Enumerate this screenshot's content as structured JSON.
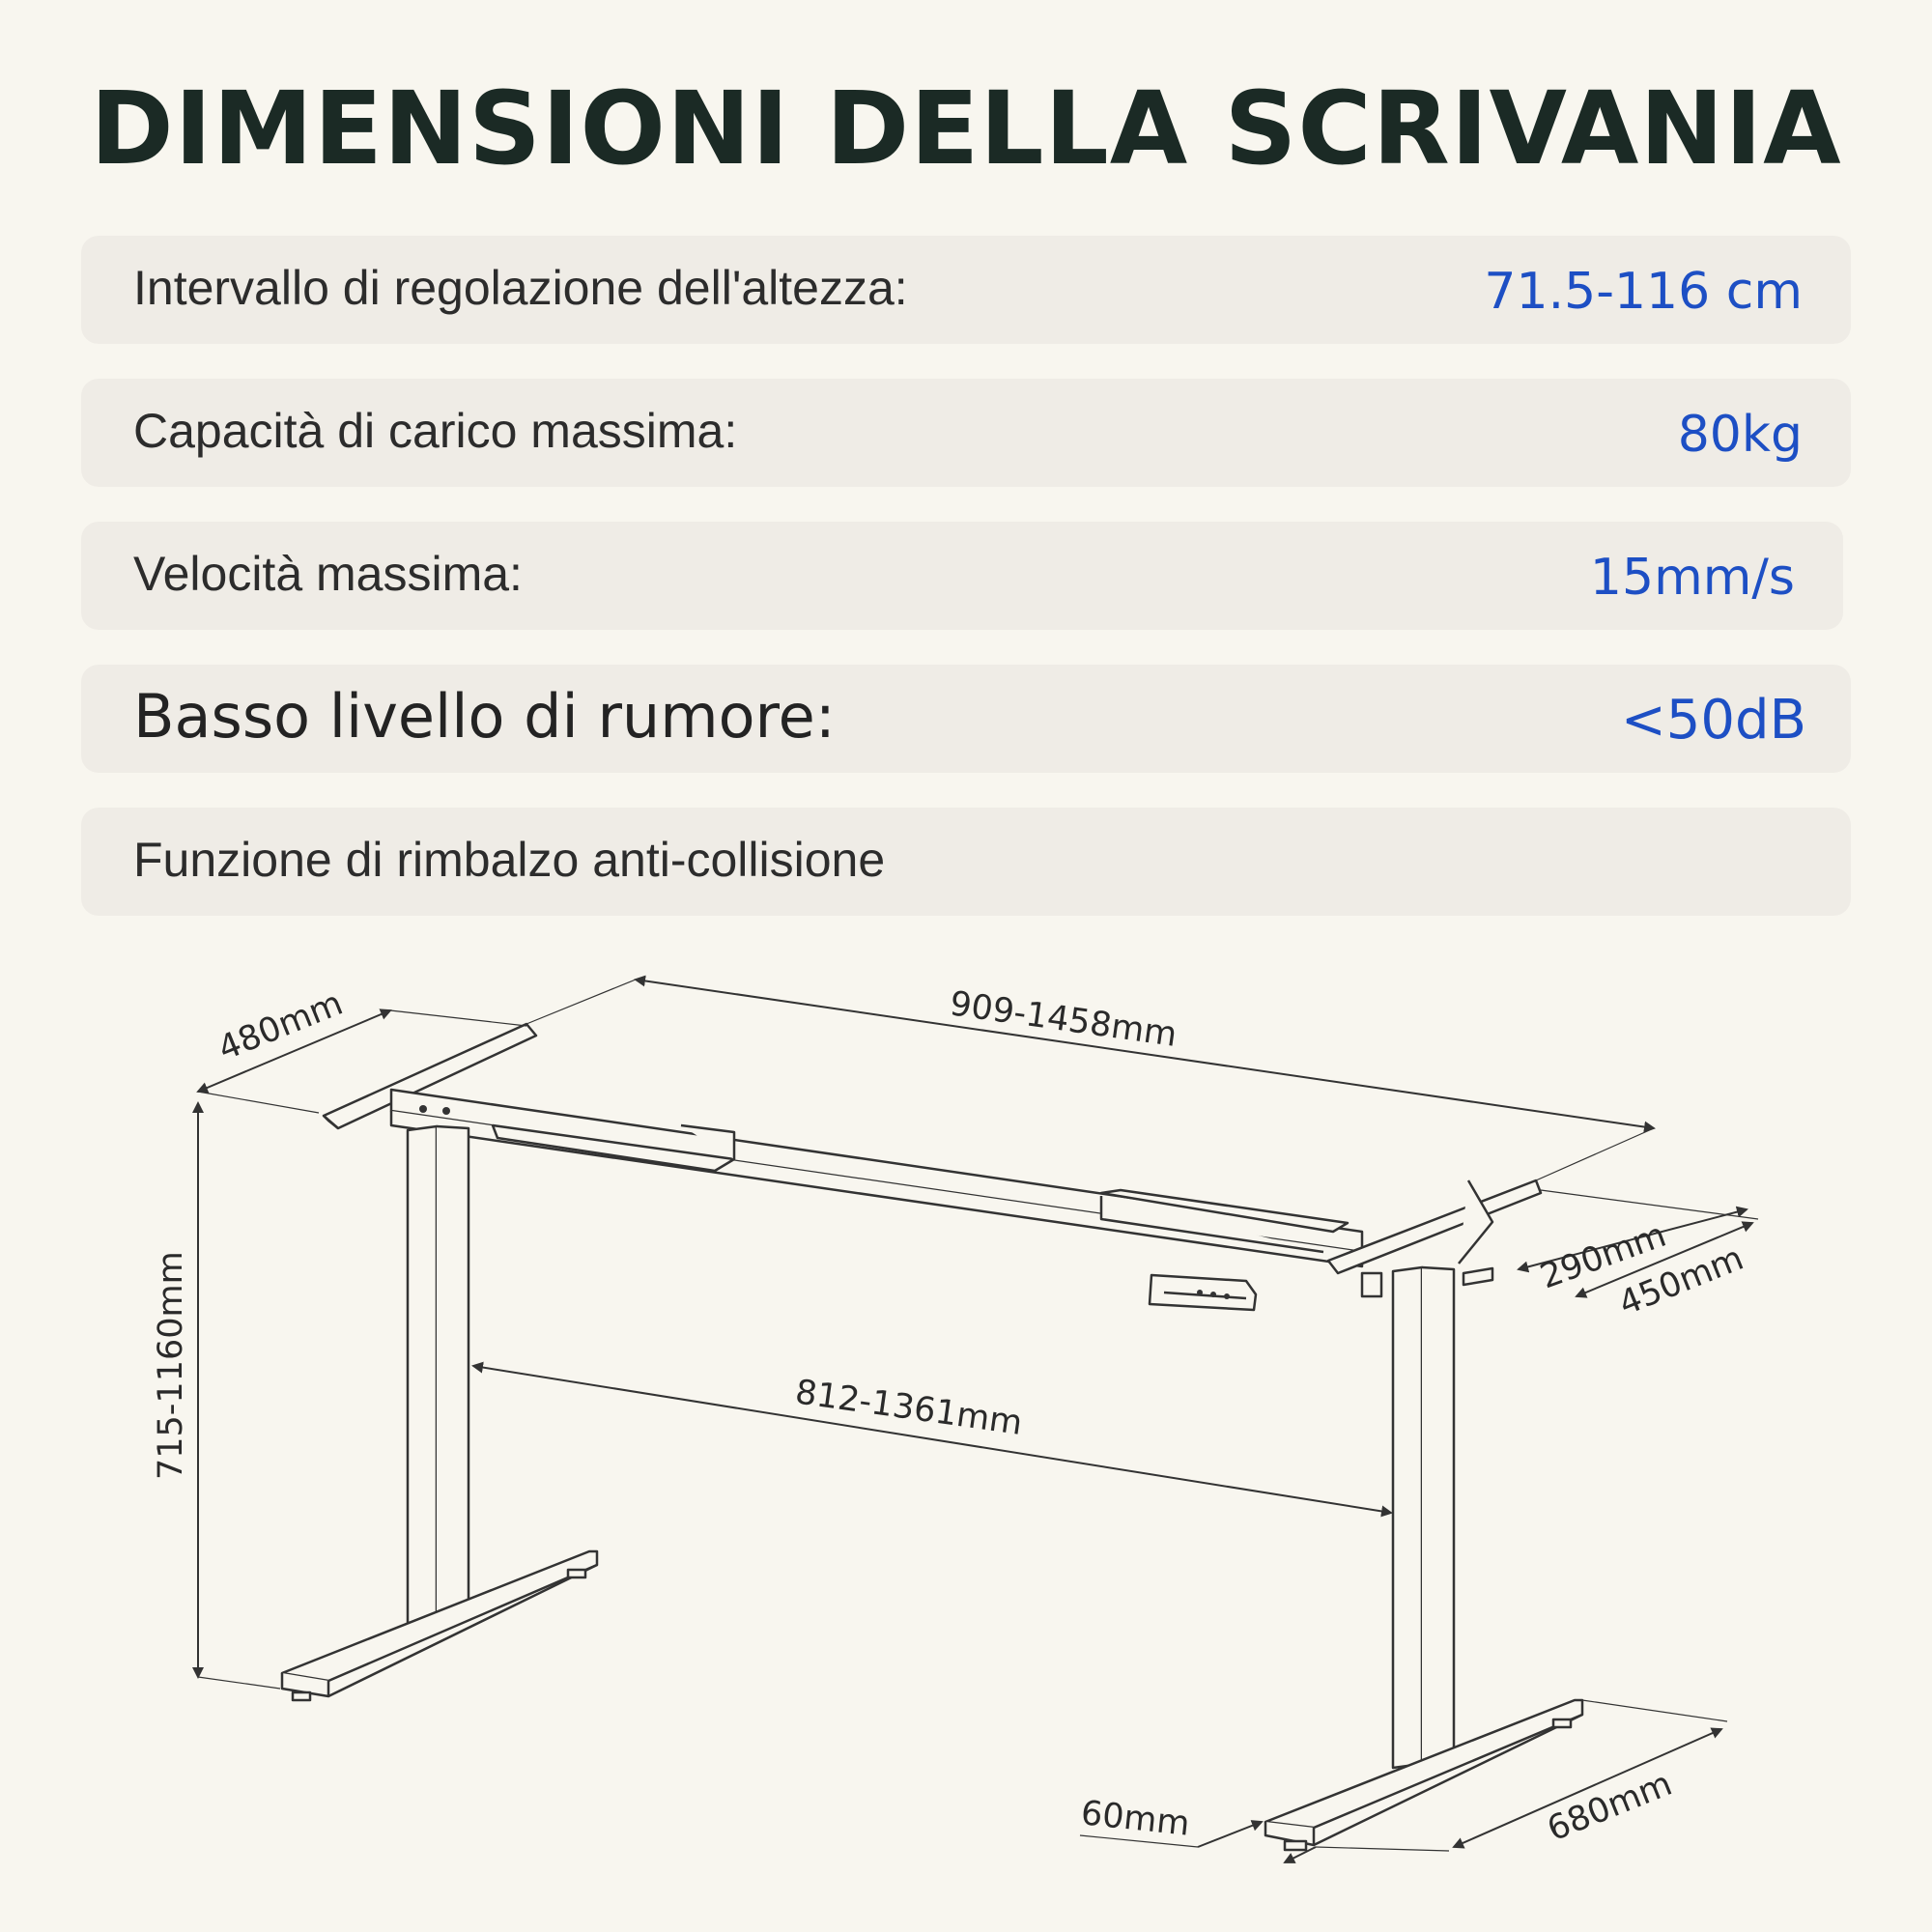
{
  "title": "DIMENSIONI DELLA SCRIVANIA",
  "specs": [
    {
      "label": "Intervallo di regolazione dell'altezza:",
      "value": "71.5-116 cm"
    },
    {
      "label": "Capacità di carico massima:",
      "value": "80kg"
    },
    {
      "label": "Velocità massima:",
      "value": "15mm/s"
    },
    {
      "label": "Basso livello di rumore:",
      "value": "<50dB"
    },
    {
      "label": "Funzione di rimbalzo anti-collisione",
      "value": ""
    }
  ],
  "dimensions": {
    "width_top": "909-1458mm",
    "depth_top": "480mm",
    "height": "715-1160mm",
    "width_inner": "812-1361mm",
    "bracket_small": "290mm",
    "bracket_large": "450mm",
    "foot_length": "680mm",
    "foot_width": "60mm"
  },
  "colors": {
    "accent": "#1d4fc4",
    "title": "#1b2a25",
    "card": "#efece6",
    "background": "#f8f6ef"
  }
}
